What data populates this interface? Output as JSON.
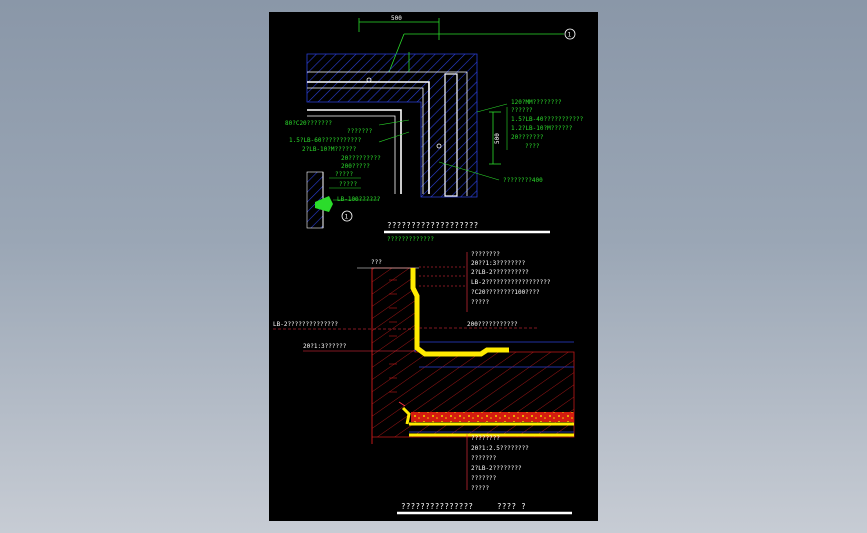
{
  "top_detail": {
    "dimension_top": "500",
    "dimension_right": "500",
    "marker_top": "1",
    "marker_bottom": "1",
    "left_notes": [
      "80?C20???????",
      "???????",
      "1.5?LB-60???????????",
      "2?LB-10?M??????",
      "20?????????",
      "200?????"
    ],
    "right_notes": [
      "120?MM????????",
      "??????",
      "1.5?LB-40???????????",
      "1.2?LB-10?M??????",
      "20???????",
      "????"
    ],
    "center_note": "????????400",
    "inset_notes": [
      "?????",
      "?????",
      "LB-100??????"
    ],
    "title": "???????????????????",
    "subtitle": "?????????????"
  },
  "bottom_detail": {
    "top_left_label": "???",
    "right_notes_top": [
      "????????",
      "20??1:3????????",
      "2?LB-2??????????",
      "LB-2??????????????????",
      "?C20????????100????",
      "?????"
    ],
    "mid_note": "200???????????",
    "left_note_1": "LB-2??????????????",
    "left_note_2": "20?1:3??????",
    "right_notes_bottom": [
      "????????",
      "20?1:2.5????????",
      "???????",
      "2?LB-2????????",
      "???????",
      "?????"
    ],
    "title": "???????????????",
    "title_suffix": "???? ?"
  }
}
